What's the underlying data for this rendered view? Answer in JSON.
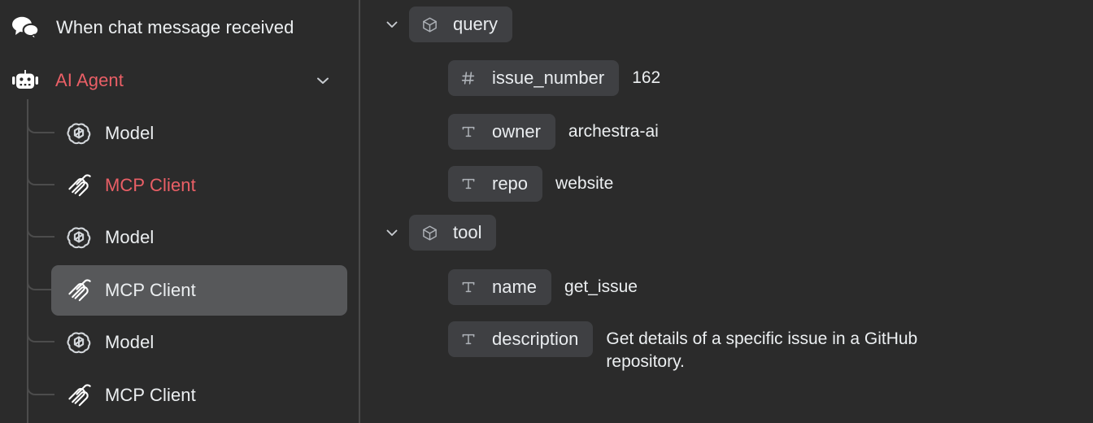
{
  "theme": {
    "background": "#2b2b2b",
    "panel_divider": "#4a4a4a",
    "accent_red": "#ea5f66",
    "pill_background": "#3f4043",
    "selected_row": "#57585a",
    "text_primary": "#eceff1",
    "text_muted": "#a9adb3",
    "tree_line": "#4c4c4c"
  },
  "sidebar": {
    "trigger": {
      "label": "When chat message received",
      "icon": "chat-bubbles-icon"
    },
    "agent": {
      "label": "AI Agent",
      "icon": "robot-icon",
      "chevron": "chevron-down-icon",
      "accent": true
    },
    "children": [
      {
        "label": "Model",
        "icon": "openai-icon",
        "accent": false,
        "selected": false
      },
      {
        "label": "MCP Client",
        "icon": "mcp-icon",
        "accent": true,
        "selected": false
      },
      {
        "label": "Model",
        "icon": "openai-icon",
        "accent": false,
        "selected": false
      },
      {
        "label": "MCP Client",
        "icon": "mcp-icon",
        "accent": false,
        "selected": true
      },
      {
        "label": "Model",
        "icon": "openai-icon",
        "accent": false,
        "selected": false
      },
      {
        "label": "MCP Client",
        "icon": "mcp-icon",
        "accent": false,
        "selected": false
      }
    ]
  },
  "detail": {
    "groups": [
      {
        "name": "query",
        "icon": "cube-icon",
        "chevron": "chevron-down-icon",
        "expanded": true,
        "fields": [
          {
            "name": "issue_number",
            "type_icon": "hash-icon",
            "type": "number",
            "value": "162"
          },
          {
            "name": "owner",
            "type_icon": "text-icon",
            "type": "string",
            "value": "archestra-ai"
          },
          {
            "name": "repo",
            "type_icon": "text-icon",
            "type": "string",
            "value": "website"
          }
        ]
      },
      {
        "name": "tool",
        "icon": "cube-icon",
        "chevron": "chevron-down-icon",
        "expanded": true,
        "fields": [
          {
            "name": "name",
            "type_icon": "text-icon",
            "type": "string",
            "value": "get_issue"
          },
          {
            "name": "description",
            "type_icon": "text-icon",
            "type": "string",
            "value": "Get details of a specific issue in a GitHub repository."
          }
        ]
      }
    ]
  }
}
